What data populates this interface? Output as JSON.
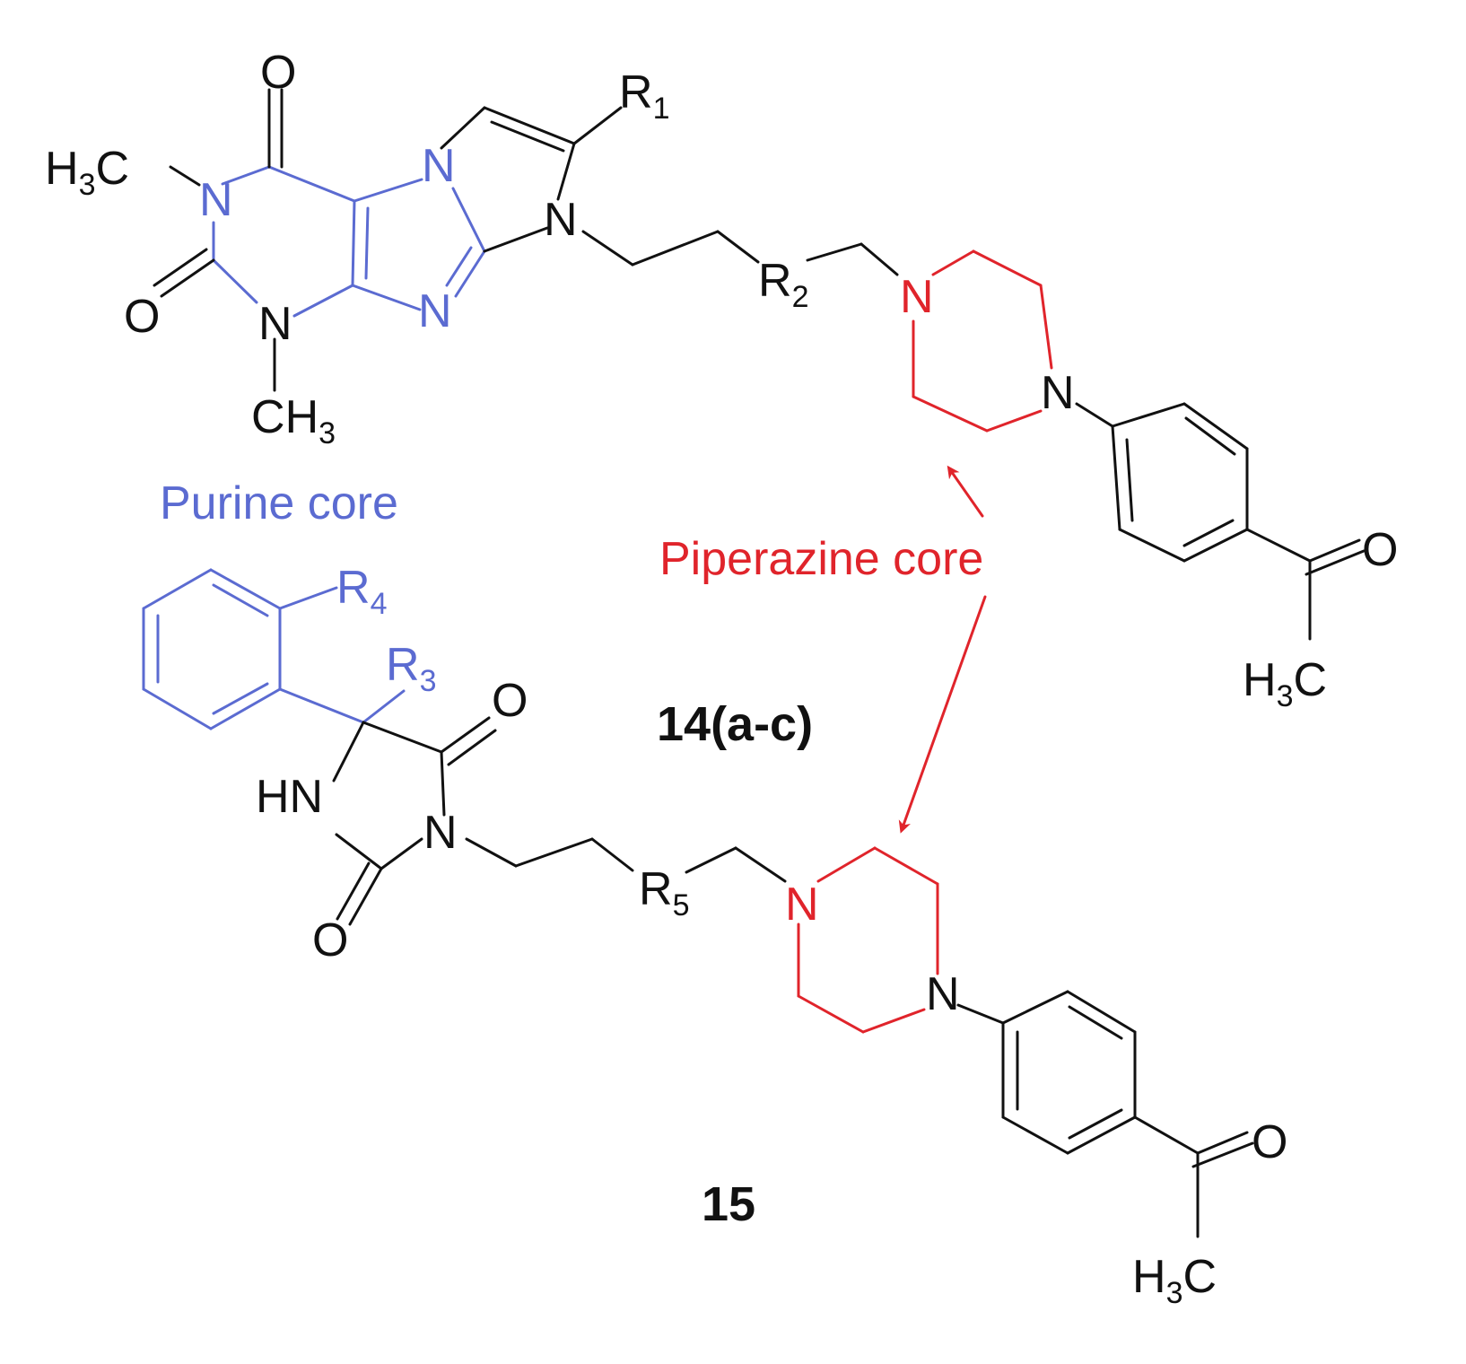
{
  "colors": {
    "black": "#111111",
    "purine": "#5b6bd1",
    "piperazine": "#e0242b"
  },
  "labels": {
    "purine_core": "Purine core",
    "piperazine_core": "Piperazine core",
    "compound_14": "14(a-c)",
    "compound_15": "15"
  },
  "atoms": {
    "O": "O",
    "N": "N",
    "C": "C",
    "H": "H",
    "HN": "HN",
    "R": "R",
    "sub_1": "1",
    "sub_2": "2",
    "sub_3": "3",
    "sub_4": "4",
    "sub_5": "5"
  }
}
